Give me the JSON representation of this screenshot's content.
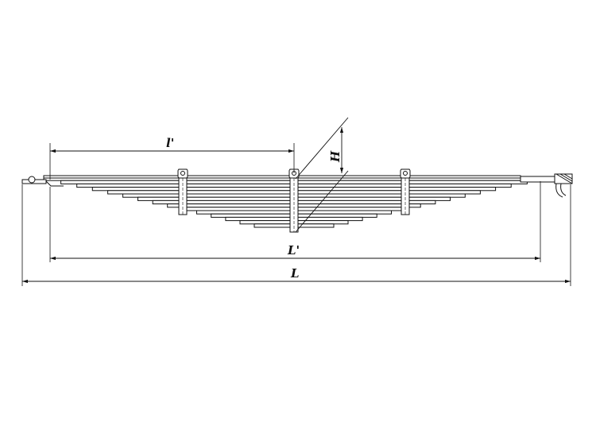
{
  "labels": {
    "short_span": "l'",
    "height": "H",
    "loaded_length": "L'",
    "total_length": "L"
  },
  "colors": {
    "line": "#111111",
    "background": "#ffffff"
  },
  "icons": {
    "arrowhead": "arrowhead-icon",
    "clamp": "clamp-icon",
    "eye": "spring-eye-icon"
  }
}
